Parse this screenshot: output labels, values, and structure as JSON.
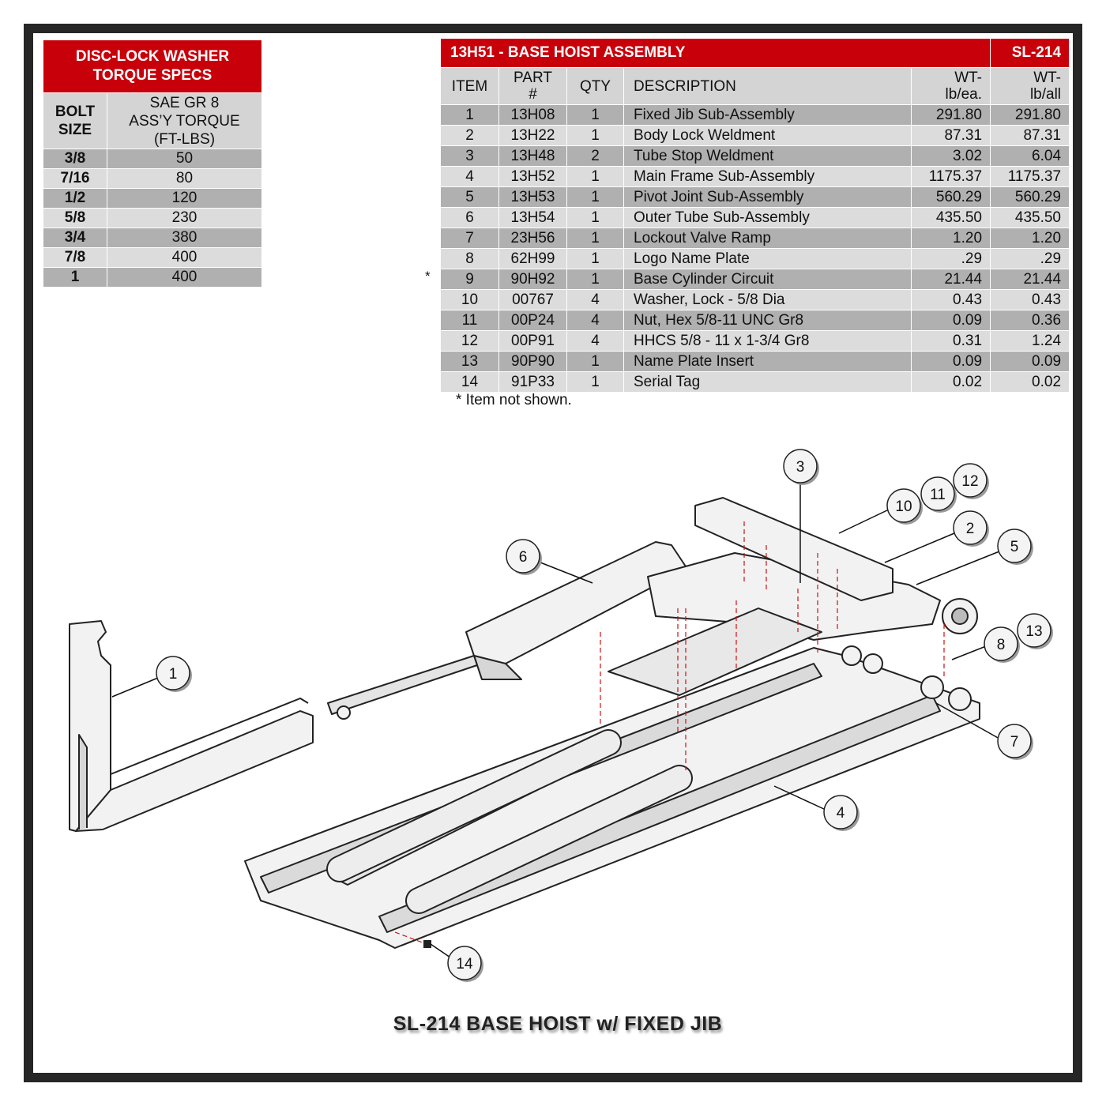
{
  "torque": {
    "title_line1": "DISC-LOCK WASHER",
    "title_line2": "TORQUE SPECS",
    "col1_line1": "BOLT",
    "col1_line2": "SIZE",
    "col2_line1": "SAE GR 8",
    "col2_line2": "ASS’Y TORQUE",
    "col2_line3": "(FT-LBS)",
    "rows": [
      {
        "size": "3/8",
        "torque": "50"
      },
      {
        "size": "7/16",
        "torque": "80"
      },
      {
        "size": "1/2",
        "torque": "120"
      },
      {
        "size": "5/8",
        "torque": "230"
      },
      {
        "size": "3/4",
        "torque": "380"
      },
      {
        "size": "7/8",
        "torque": "400"
      },
      {
        "size": "1",
        "torque": "400"
      }
    ]
  },
  "parts": {
    "title": "13H51 - BASE HOIST ASSEMBLY",
    "model": "SL-214",
    "headers": {
      "item": "ITEM",
      "part_line1": "PART",
      "part_line2": "#",
      "qty": "QTY",
      "desc": "DESCRIPTION",
      "wt_ea_line1": "WT-",
      "wt_ea_line2": "lb/ea.",
      "wt_all_line1": "WT-",
      "wt_all_line2": "lb/all"
    },
    "rows": [
      {
        "item": "1",
        "part": "13H08",
        "qty": "1",
        "desc": "Fixed Jib Sub-Assembly",
        "wt_ea": "291.80",
        "wt_all": "291.80"
      },
      {
        "item": "2",
        "part": "13H22",
        "qty": "1",
        "desc": "Body Lock Weldment",
        "wt_ea": "87.31",
        "wt_all": "87.31"
      },
      {
        "item": "3",
        "part": "13H48",
        "qty": "2",
        "desc": "Tube Stop Weldment",
        "wt_ea": "3.02",
        "wt_all": "6.04"
      },
      {
        "item": "4",
        "part": "13H52",
        "qty": "1",
        "desc": "Main Frame Sub-Assembly",
        "wt_ea": "1175.37",
        "wt_all": "1175.37"
      },
      {
        "item": "5",
        "part": "13H53",
        "qty": "1",
        "desc": "Pivot Joint Sub-Assembly",
        "wt_ea": "560.29",
        "wt_all": "560.29"
      },
      {
        "item": "6",
        "part": "13H54",
        "qty": "1",
        "desc": "Outer Tube Sub-Assembly",
        "wt_ea": "435.50",
        "wt_all": "435.50"
      },
      {
        "item": "7",
        "part": "23H56",
        "qty": "1",
        "desc": "Lockout Valve Ramp",
        "wt_ea": "1.20",
        "wt_all": "1.20"
      },
      {
        "item": "8",
        "part": "62H99",
        "qty": "1",
        "desc": "Logo Name Plate",
        "wt_ea": ".29",
        "wt_all": ".29"
      },
      {
        "item": "9",
        "part": "90H92",
        "qty": "1",
        "desc": "Base Cylinder Circuit",
        "wt_ea": "21.44",
        "wt_all": "21.44"
      },
      {
        "item": "10",
        "part": "00767",
        "qty": "4",
        "desc": "Washer, Lock - 5/8 Dia",
        "wt_ea": "0.43",
        "wt_all": "0.43"
      },
      {
        "item": "11",
        "part": "00P24",
        "qty": "4",
        "desc": "Nut, Hex 5/8-11 UNC Gr8",
        "wt_ea": "0.09",
        "wt_all": "0.36"
      },
      {
        "item": "12",
        "part": "00P91",
        "qty": "4",
        "desc": "HHCS 5/8 - 11 x 1-3/4 Gr8",
        "wt_ea": "0.31",
        "wt_all": "1.24"
      },
      {
        "item": "13",
        "part": "90P90",
        "qty": "1",
        "desc": "Name Plate Insert",
        "wt_ea": "0.09",
        "wt_all": "0.09"
      },
      {
        "item": "14",
        "part": "91P33",
        "qty": "1",
        "desc": "Serial Tag",
        "wt_ea": "0.02",
        "wt_all": "0.02"
      }
    ],
    "star_mark": "*",
    "note": "* Item not shown."
  },
  "callouts": [
    "1",
    "2",
    "3",
    "4",
    "5",
    "6",
    "7",
    "8",
    "10",
    "11",
    "12",
    "13",
    "14"
  ],
  "caption": "SL-214 BASE HOIST w/ FIXED JIB",
  "colors": {
    "header_red": "#c8000a",
    "row_dark": "#b0b0b0",
    "row_light": "#dcdcdc",
    "frame": "#262626"
  }
}
